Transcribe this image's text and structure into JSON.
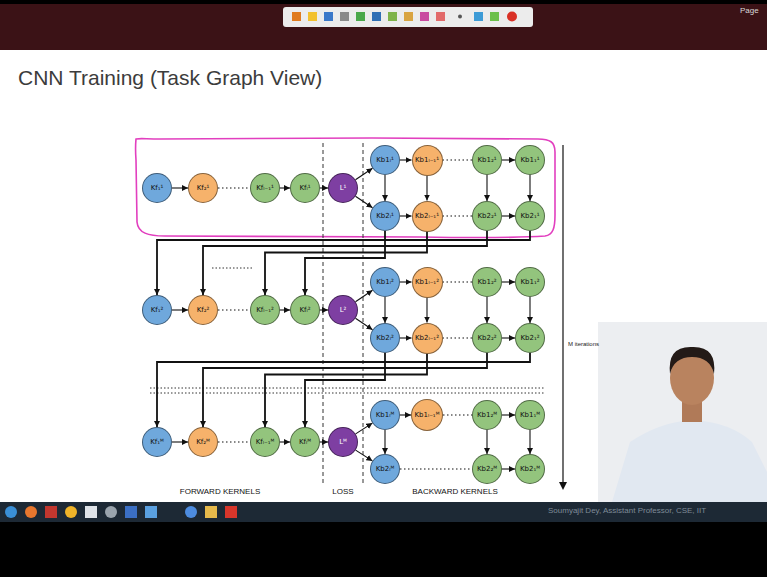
{
  "diagram": {
    "title": "CNN Training (Task Graph View)",
    "nodes": [
      {
        "text": [
          "Kf₁¹"
        ]
      },
      {
        "text": [
          "Kf₂¹"
        ]
      },
      {
        "text": [
          "Kfₗ₋₁¹"
        ]
      },
      {
        "text": [
          "Kfₗ¹"
        ]
      },
      {
        "text": [
          "L¹"
        ]
      },
      {
        "text": [
          "Kb1ₗ¹"
        ]
      },
      {
        "text": [
          "Kb1ₗ₋₁¹"
        ]
      },
      {
        "text": [
          "Kb1₂¹"
        ]
      },
      {
        "text": [
          "Kb1₁¹"
        ]
      },
      {
        "text": [
          "Kb2ₗ¹"
        ]
      },
      {
        "text": [
          "Kb2ₗ₋₁¹"
        ]
      },
      {
        "text": [
          "Kb2₂¹"
        ]
      },
      {
        "text": [
          "Kb2₁¹"
        ]
      },
      {
        "text": [
          "Kf₁²"
        ]
      },
      {
        "text": [
          "Kf₂²"
        ]
      },
      {
        "text": [
          "Kfₗ₋₁²"
        ]
      },
      {
        "text": [
          "Kfₗ²"
        ]
      },
      {
        "text": [
          "L²"
        ]
      },
      {
        "text": [
          "Kb1ₗ²"
        ]
      },
      {
        "text": [
          "Kb1ₗ₋₁²"
        ]
      },
      {
        "text": [
          "Kb1₂²"
        ]
      },
      {
        "text": [
          "Kb1₁²"
        ]
      },
      {
        "text": [
          "Kb2ₗ²"
        ]
      },
      {
        "text": [
          "Kb2ₗ₋₁²"
        ]
      },
      {
        "text": [
          "Kb2₂²"
        ]
      },
      {
        "text": [
          "Kb2₁²"
        ]
      },
      {
        "text": [
          "Kf₁ᴹ"
        ]
      },
      {
        "text": [
          "Kf₂ᴹ"
        ]
      },
      {
        "text": [
          "Kfₗ₋₁ᴹ"
        ]
      },
      {
        "text": [
          "Kfₗᴹ"
        ]
      },
      {
        "text": [
          "Lᴹ"
        ]
      },
      {
        "text": [
          "Kb1ₗᴹ"
        ]
      },
      {
        "text": [
          "Kb1ₗ₋₁ᴹ"
        ]
      },
      {
        "text": [
          "Kb1₂ᴹ"
        ]
      },
      {
        "text": [
          "Kb1₁ᴹ"
        ]
      },
      {
        "text": [
          "Kb2ₗᴹ"
        ]
      },
      {
        "text": [
          "Kb2₂ᴹ"
        ]
      },
      {
        "text": [
          "Kb2₁ᴹ"
        ]
      }
    ],
    "edges": [
      {
        "from": 0,
        "to": 1,
        "arrow": "to"
      },
      {
        "from": 1,
        "to": 2,
        "arrow": "none"
      },
      {
        "from": 2,
        "to": 3,
        "arrow": "to"
      },
      {
        "from": 3,
        "to": 4,
        "arrow": "to"
      },
      {
        "from": 4,
        "to": 5,
        "arrow": "to"
      },
      {
        "from": 4,
        "to": 9,
        "arrow": "to"
      },
      {
        "from": 5,
        "to": 6,
        "arrow": "to"
      },
      {
        "from": 6,
        "to": 7,
        "arrow": "none"
      },
      {
        "from": 7,
        "to": 8,
        "arrow": "to"
      },
      {
        "from": 9,
        "to": 10,
        "arrow": "to"
      },
      {
        "from": 10,
        "to": 11,
        "arrow": "none"
      },
      {
        "from": 11,
        "to": 12,
        "arrow": "to"
      },
      {
        "from": 5,
        "to": 9,
        "arrow": "to"
      },
      {
        "from": 6,
        "to": 10,
        "arrow": "to"
      },
      {
        "from": 7,
        "to": 11,
        "arrow": "to"
      },
      {
        "from": 8,
        "to": 12,
        "arrow": "to"
      },
      {
        "from": 13,
        "to": 14,
        "arrow": "to"
      },
      {
        "from": 14,
        "to": 15,
        "arrow": "none"
      },
      {
        "from": 15,
        "to": 16,
        "arrow": "to"
      },
      {
        "from": 16,
        "to": 17,
        "arrow": "to"
      },
      {
        "from": 17,
        "to": 18,
        "arrow": "to"
      },
      {
        "from": 17,
        "to": 22,
        "arrow": "to"
      },
      {
        "from": 18,
        "to": 19,
        "arrow": "to"
      },
      {
        "from": 19,
        "to": 20,
        "arrow": "none"
      },
      {
        "from": 20,
        "to": 21,
        "arrow": "to"
      },
      {
        "from": 22,
        "to": 23,
        "arrow": "to"
      },
      {
        "from": 23,
        "to": 24,
        "arrow": "none"
      },
      {
        "from": 24,
        "to": 25,
        "arrow": "to"
      },
      {
        "from": 18,
        "to": 22,
        "arrow": "to"
      },
      {
        "from": 19,
        "to": 23,
        "arrow": "to"
      },
      {
        "from": 20,
        "to": 24,
        "arrow": "to"
      },
      {
        "from": 21,
        "to": 25,
        "arrow": "to"
      },
      {
        "from": 26,
        "to": 27,
        "arrow": "to"
      },
      {
        "from": 27,
        "to": 28,
        "arrow": "none"
      },
      {
        "from": 28,
        "to": 29,
        "arrow": "to"
      },
      {
        "from": 29,
        "to": 30,
        "arrow": "to"
      },
      {
        "from": 30,
        "to": 31,
        "arrow": "to"
      },
      {
        "from": 30,
        "to": 35,
        "arrow": "to"
      },
      {
        "from": 31,
        "to": 32,
        "arrow": "to"
      },
      {
        "from": 32,
        "to": 33,
        "arrow": "none"
      },
      {
        "from": 33,
        "to": 34,
        "arrow": "to"
      },
      {
        "from": 35,
        "to": 36,
        "arrow": "none"
      },
      {
        "from": 36,
        "to": 37,
        "arrow": "to"
      },
      {
        "from": 31,
        "to": 35,
        "arrow": "to"
      },
      {
        "from": 33,
        "to": 36,
        "arrow": "to"
      },
      {
        "from": 34,
        "to": 37,
        "arrow": "to"
      },
      {
        "from": 12,
        "to": 13,
        "arrow": "to"
      },
      {
        "from": 11,
        "to": 14,
        "arrow": "to"
      },
      {
        "from": 10,
        "to": 15,
        "arrow": "to"
      },
      {
        "from": 9,
        "to": 16,
        "arrow": "to"
      },
      {
        "from": 25,
        "to": 26,
        "arrow": "to"
      },
      {
        "from": 24,
        "to": 27,
        "arrow": "to"
      },
      {
        "from": 23,
        "to": 28,
        "arrow": "to"
      },
      {
        "from": 22,
        "to": 29,
        "arrow": "to"
      }
    ],
    "labels": [
      "Page",
      "FORWARD KERNELS",
      "LOSS",
      "BACKWARD KERNELS",
      "M iterations",
      "Soumyajit Dey, Assistant Professor, CSE, IIT"
    ]
  }
}
